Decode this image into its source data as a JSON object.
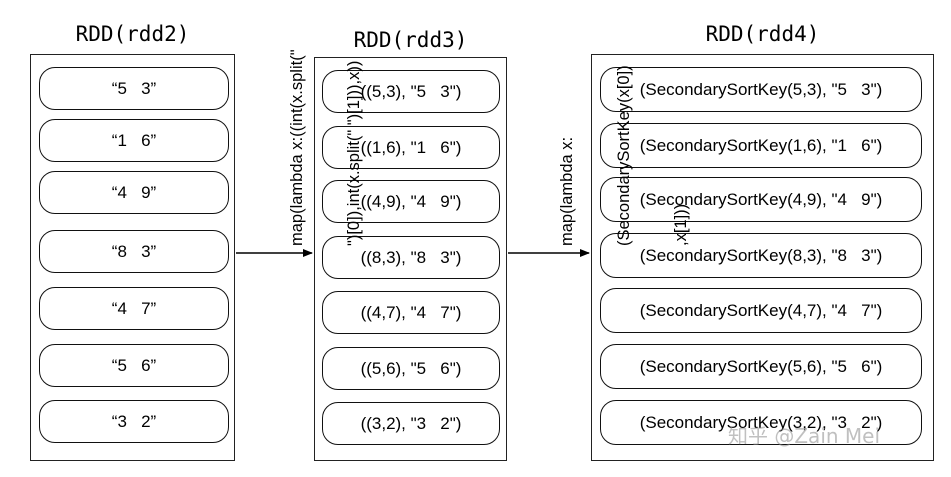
{
  "rdd2": {
    "title": "RDD(rdd2)",
    "items": [
      "“5   3”",
      "“1   6”",
      "“4   9”",
      "“8   3”",
      "“4   7”",
      "“5   6”",
      "“3   2”"
    ]
  },
  "rdd3": {
    "title": "RDD(rdd3)",
    "items": [
      "((5,3), \"5   3\")",
      "((1,6), \"1   6\")",
      "((4,9), \"4   9\")",
      "((8,3), \"8   3\")",
      "((4,7), \"4   7\")",
      "((5,6), \"5   6\")",
      "((3,2), \"3   2\")"
    ]
  },
  "rdd4": {
    "title": "RDD(rdd4)",
    "items": [
      "(SecondarySortKey(5,3), \"5   3\")",
      "(SecondarySortKey(1,6), \"1   6\")",
      "(SecondarySortKey(4,9), \"4   9\")",
      "(SecondarySortKey(8,3), \"8   3\")",
      "(SecondarySortKey(4,7), \"4   7\")",
      "(SecondarySortKey(5,6), \"5   6\")",
      "(SecondarySortKey(3,2), \"3   2\")"
    ]
  },
  "op1": {
    "lines": [
      "map(lambda x:((int(x.split(\"",
      "\")[0]),int(x.split(\" \")[1])),x))"
    ]
  },
  "op2": {
    "lines": [
      "map(lambda x:",
      "(SecondarySortKey(x[0])",
      ",x[1]))"
    ]
  },
  "watermark": "知乎 @Zain Mei"
}
